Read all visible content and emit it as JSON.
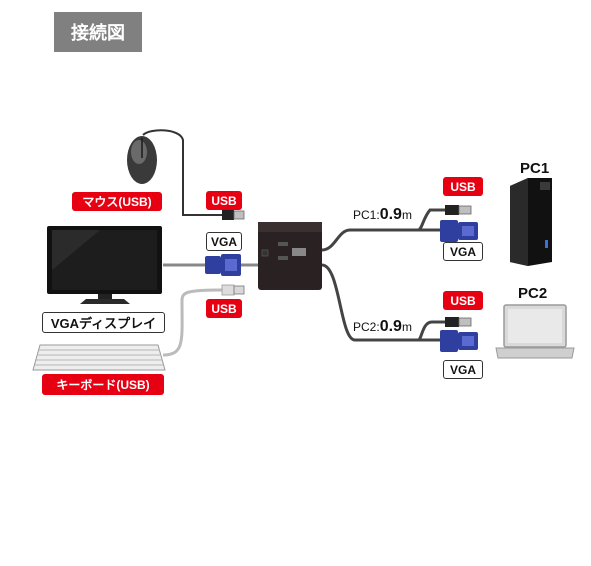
{
  "title": "接続図",
  "labels": {
    "mouse": "マウス(USB)",
    "monitor": "VGAディスプレイ",
    "keyboard": "キーボード(USB)",
    "usb_top": "USB",
    "vga_left": "VGA",
    "usb_bottom": "USB",
    "pc1_usb": "USB",
    "pc1_vga": "VGA",
    "pc2_usb": "USB",
    "pc2_vga": "VGA"
  },
  "pcs": [
    {
      "name": "PC1",
      "cable_prefix": "PC1:",
      "cable_value": "0.9",
      "cable_unit": "m"
    },
    {
      "name": "PC2",
      "cable_prefix": "PC2:",
      "cable_value": "0.9",
      "cable_unit": "m"
    }
  ],
  "colors": {
    "label_red": "#e60012",
    "title_bg": "#808080",
    "vga_blue": "#2f3fa0"
  }
}
